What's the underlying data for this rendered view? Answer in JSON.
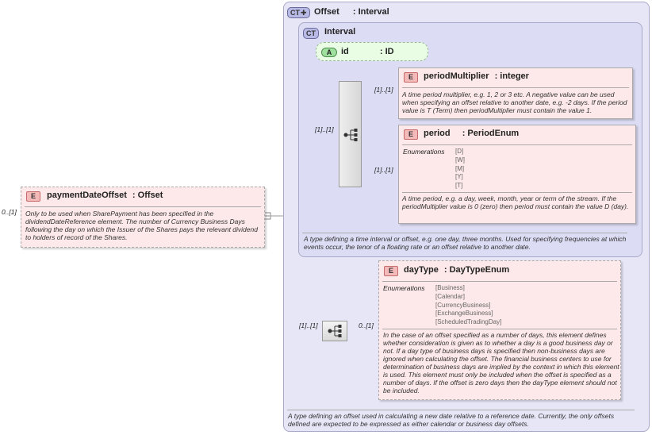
{
  "root_element": {
    "cardinality": "0..[1]",
    "badge": "E",
    "name": "paymentDateOffset",
    "type": ": Offset",
    "description": "Only to be used when SharePayment has been specified in the dividendDateReference element. The number of Currency Business Days following the day on which the Issuer of the Shares pays the relevant dividend to holders of record of the Shares."
  },
  "offset_type": {
    "badge": "CT",
    "name": "Offset",
    "base": ": Interval",
    "description": "A type defining an offset used in calculating a new date relative to a reference date. Currently, the only offsets defined are expected to be expressed as either calendar or business day offsets."
  },
  "interval_type": {
    "badge": "CT",
    "name": "Interval",
    "description": "A type defining a time interval or offset, e.g. one day, three months. Used for specifying frequencies at which events occur, the tenor of a floating rate or an offset relative to another date."
  },
  "attribute_id": {
    "badge": "A",
    "name": "id",
    "type": ": ID"
  },
  "interval_sequence": {
    "cardinality": "[1]..[1]"
  },
  "period_multiplier": {
    "cardinality": "[1]..[1]",
    "badge": "E",
    "name": "periodMultiplier",
    "type": ": integer",
    "description": "A time period multiplier, e.g. 1, 2 or 3 etc. A negative value can be used when specifying an offset relative to another date, e.g. -2 days. If the period value is T (Term) then periodMultiplier must contain the value 1."
  },
  "period": {
    "cardinality": "[1]..[1]",
    "badge": "E",
    "name": "period",
    "type": ": PeriodEnum",
    "enum_label": "Enumerations",
    "enumerations": [
      "[D]",
      "[W]",
      "[M]",
      "[Y]",
      "[T]"
    ],
    "description": "A time period, e.g. a day, week, month, year or term of the stream. If the periodMultiplier value is 0 (zero) then period must contain the value D (day)."
  },
  "offset_sequence": {
    "cardinality": "[1]..[1]"
  },
  "day_type": {
    "cardinality": "0..[1]",
    "badge": "E",
    "name": "dayType",
    "type": ": DayTypeEnum",
    "enum_label": "Enumerations",
    "enumerations": [
      "[Business]",
      "[Calendar]",
      "[CurrencyBusiness]",
      "[ExchangeBusiness]",
      "[ScheduledTradingDay]"
    ],
    "description": "In the case of an offset specified as a number of days, this element defines whether consideration is given as to whether a day is a good business day or not. If a day type of business days is specified then non-business days are ignored when calculating the offset. The financial business centers to use for determination of business days are implied by the context in which this element is used. This element must only be included when the offset is specified as a number of days. If the offset is zero days then the dayType element should not be included."
  },
  "icons": {
    "sequence": "sequence-compositor-icon",
    "connector": "connector-square-icon",
    "ct_expand": "plus-icon"
  }
}
